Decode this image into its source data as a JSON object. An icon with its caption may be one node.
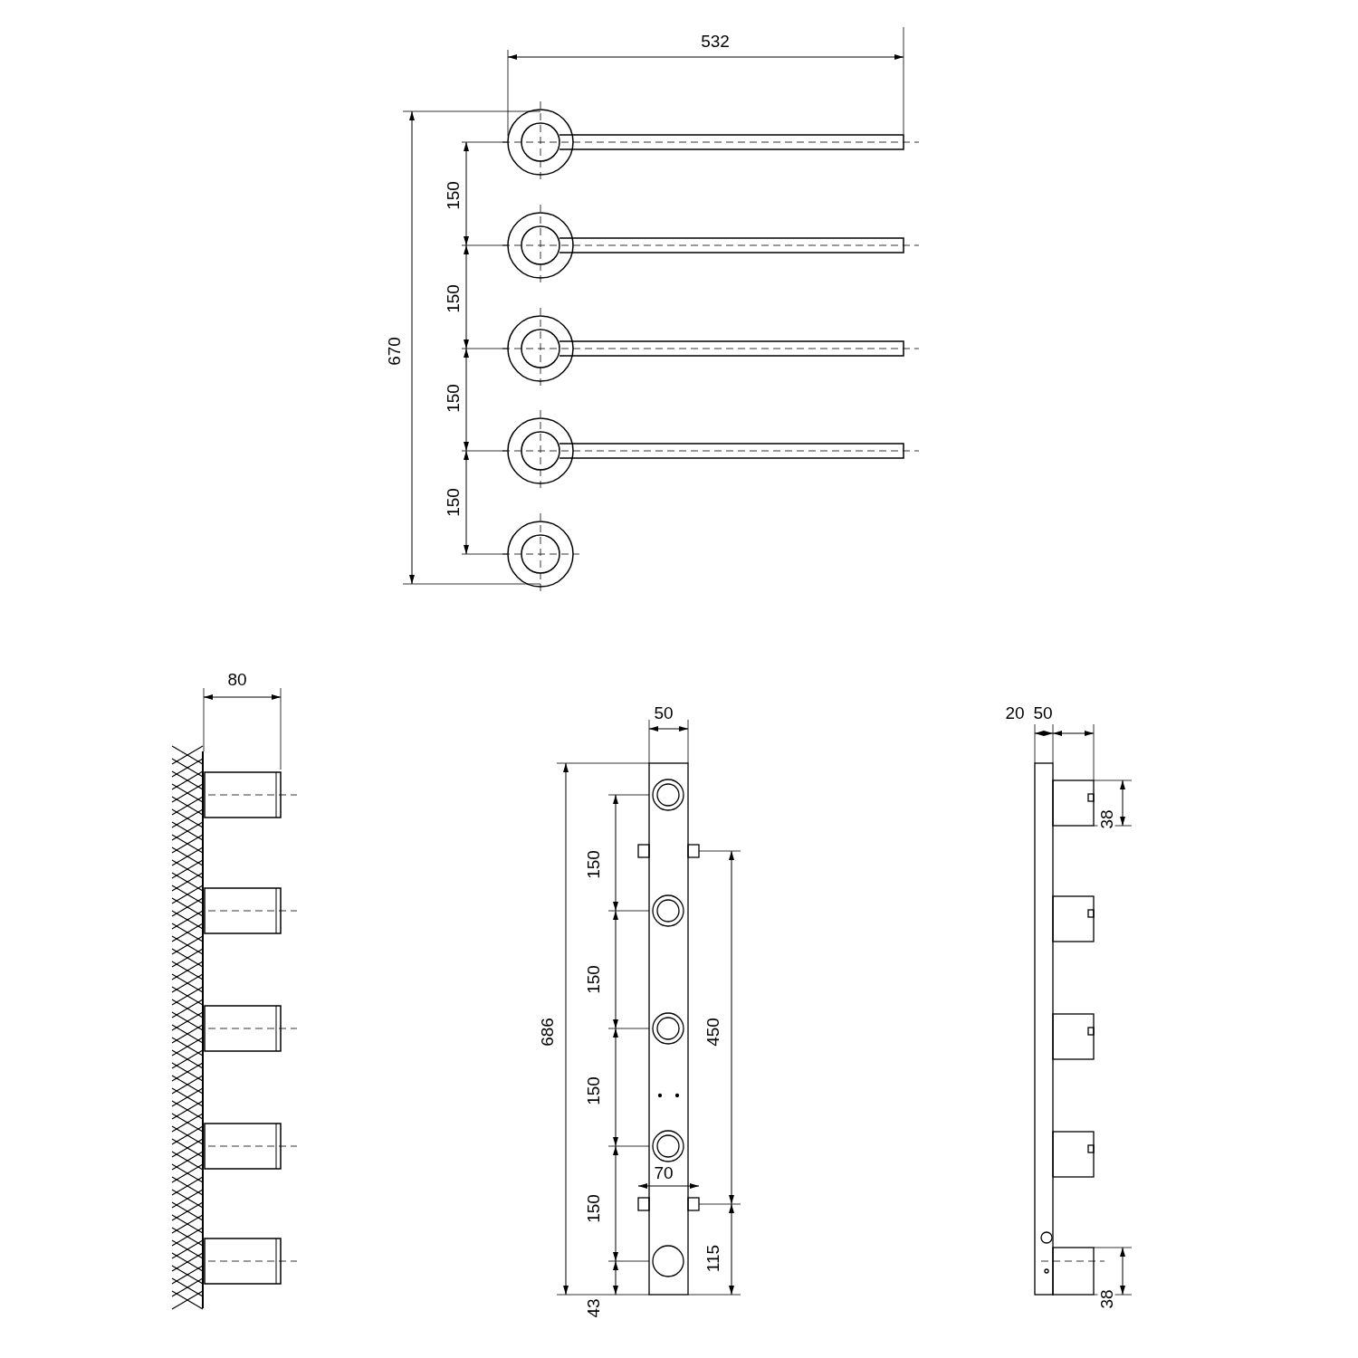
{
  "diagram": {
    "labels": [
      "532",
      "670",
      "150",
      "150",
      "150",
      "150",
      "80",
      "50",
      "686",
      "150",
      "450",
      "150",
      "150",
      "150",
      "70",
      "115",
      "43",
      "20",
      "50",
      "38",
      "38"
    ]
  }
}
